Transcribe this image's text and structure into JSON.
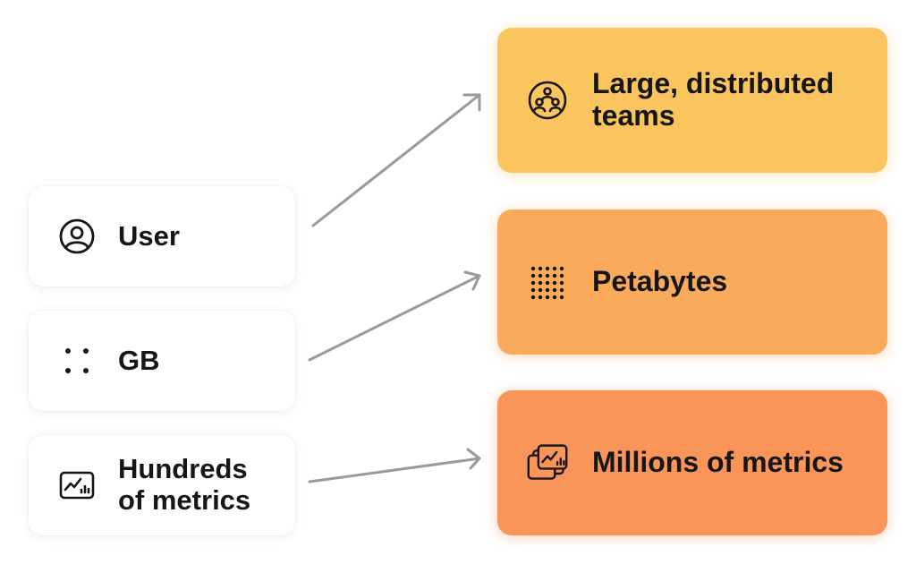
{
  "colors": {
    "teams": "#fac55e",
    "petabytes": "#f9aa5a",
    "metrics": "#fa955a",
    "arrow": "#9a9a9a",
    "text": "#161616"
  },
  "left_items": [
    {
      "label": "User",
      "icon": "user-icon"
    },
    {
      "label": "GB",
      "icon": "dots-icon"
    },
    {
      "label_line1": "Hundreds",
      "label_line2": "of metrics",
      "icon": "chart-icon"
    }
  ],
  "right_items": [
    {
      "label_line1": "Large, distributed",
      "label_line2": "teams",
      "icon": "team-icon"
    },
    {
      "label": "Petabytes",
      "icon": "dot-grid-icon"
    },
    {
      "label": "Millions of metrics",
      "icon": "stacked-charts-icon"
    }
  ]
}
